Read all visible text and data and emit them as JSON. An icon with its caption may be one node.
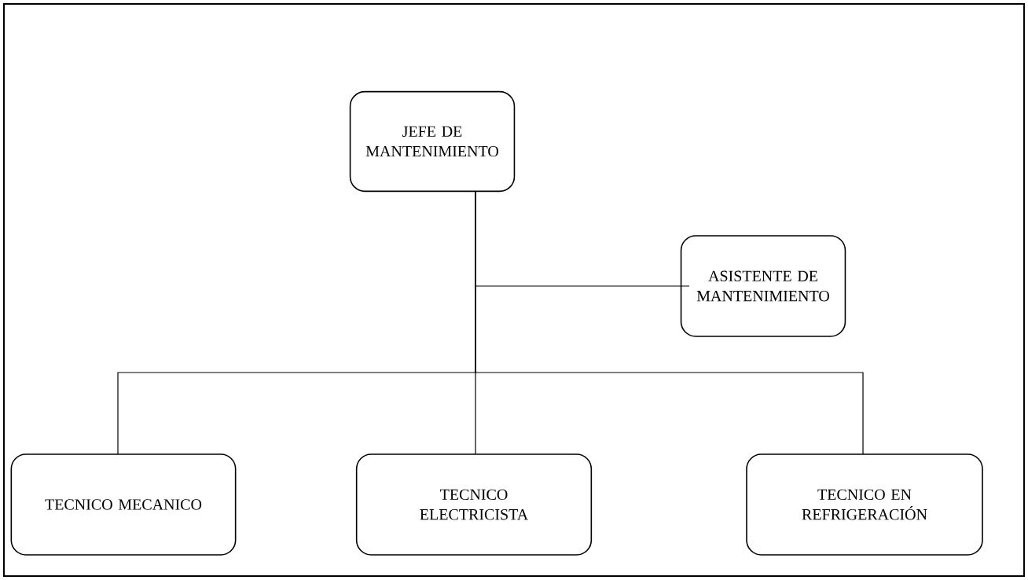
{
  "diagram": {
    "nodes": [
      {
        "text": [
          "JEFE DE MANTENIMIENTO"
        ]
      },
      {
        "text": [
          "ASISTENTE DE MANTENIMIENTO"
        ]
      },
      {
        "text": [
          "TECNICO MECANICO"
        ]
      },
      {
        "text": [
          "TECNICO ELECTRICISTA"
        ]
      },
      {
        "text": [
          "TECNICO EN REFRIGERACIÓN"
        ]
      }
    ],
    "edges": [
      {
        "from": 0,
        "to": 1,
        "arrow": "none"
      },
      {
        "from": 0,
        "to": 2,
        "arrow": "none"
      },
      {
        "from": 0,
        "to": 3,
        "arrow": "none"
      },
      {
        "from": 0,
        "to": 4,
        "arrow": "none"
      }
    ]
  }
}
